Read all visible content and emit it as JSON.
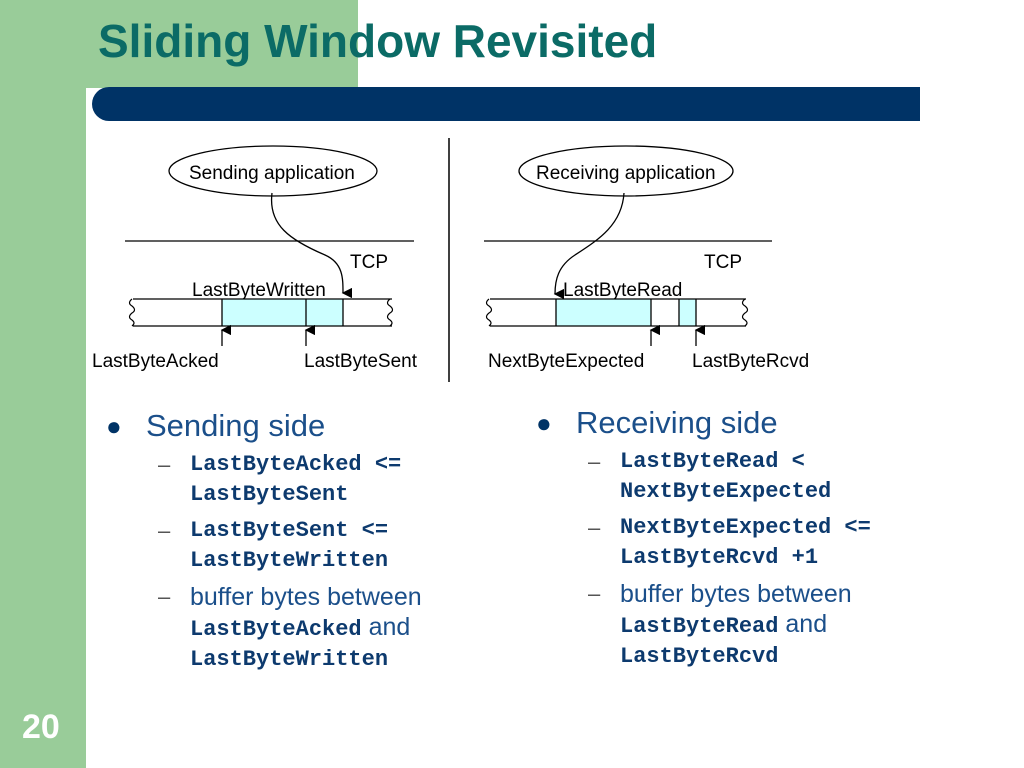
{
  "slide": {
    "title": "Sliding Window Revisited",
    "number": "20"
  },
  "diagram": {
    "sender": {
      "app_label": "Sending application",
      "tcp_label": "TCP",
      "pointer_top": "LastByteWritten",
      "pointer_left": "LastByteAcked",
      "pointer_right": "LastByteSent"
    },
    "receiver": {
      "app_label": "Receiving application",
      "tcp_label": "TCP",
      "pointer_top": "LastByteRead",
      "pointer_left": "NextByteExpected",
      "pointer_right": "LastByteRcvd"
    }
  },
  "sending": {
    "heading": "Sending side",
    "items": [
      {
        "line1": "LastByteAcked <=",
        "line2": "LastByteSent"
      },
      {
        "line1": "LastByteSent <=",
        "line2": "LastByteWritten"
      }
    ],
    "buffer": {
      "text1": "buffer bytes between",
      "code1": "LastByteAcked",
      "and": "and",
      "code2": "LastByteWritten"
    }
  },
  "receiving": {
    "heading": "Receiving side",
    "items": [
      {
        "line1": "LastByteRead <",
        "line2": "NextByteExpected"
      },
      {
        "line1": "NextByteExpected <=",
        "line2": "LastByteRcvd +1"
      }
    ],
    "buffer": {
      "text1": "buffer bytes between",
      "code1": "LastByteRead",
      "and": "and",
      "code2": "LastByteRcvd"
    }
  },
  "colors": {
    "sidebar": "#99cc99",
    "title": "#0b6b66",
    "title_bar": "#003366",
    "buffer_fill": "#ccffff",
    "bullet_text": "#1b4f8a"
  }
}
